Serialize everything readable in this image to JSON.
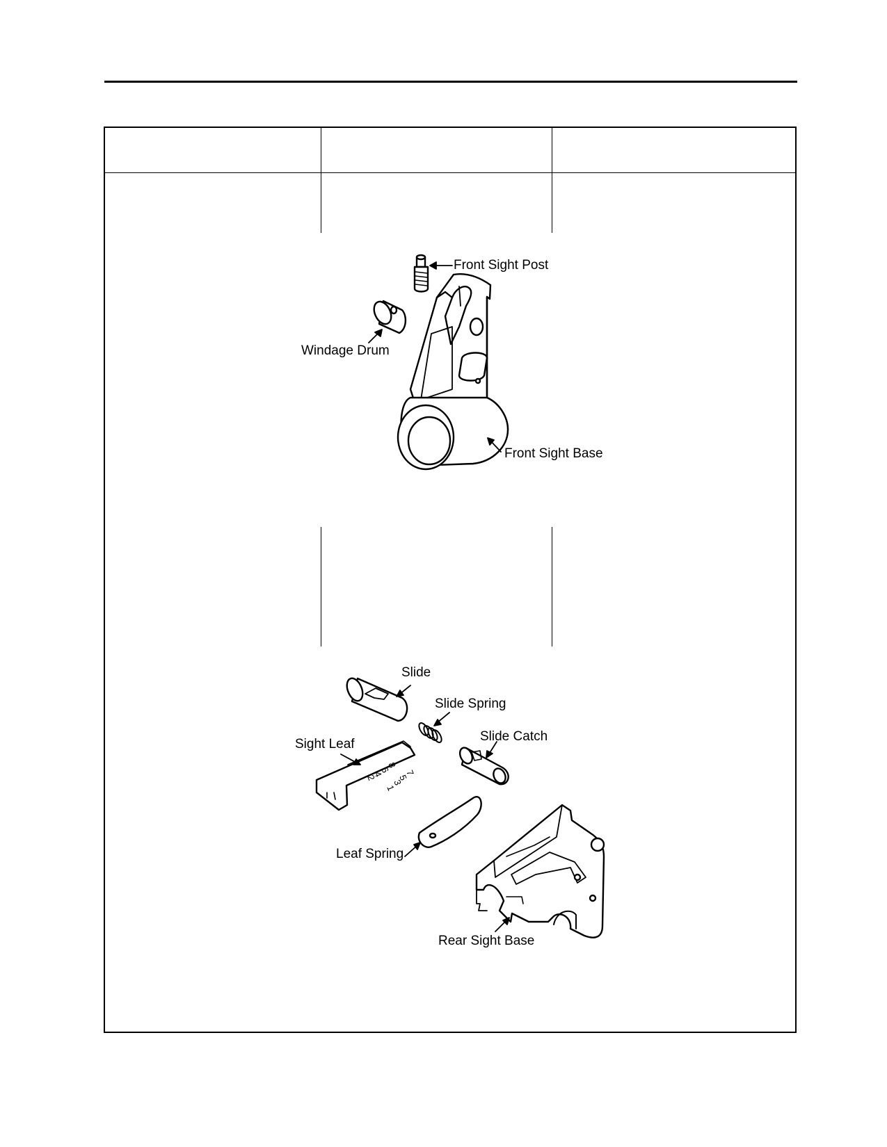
{
  "figure_1": {
    "callouts": {
      "front_sight_post": "Front Sight Post",
      "windage_drum": "Windage Drum",
      "front_sight_base": "Front Sight Base"
    }
  },
  "figure_2": {
    "callouts": {
      "slide": "Slide",
      "slide_spring": "Slide Spring",
      "slide_catch": "Slide Catch",
      "sight_leaf": "Sight Leaf",
      "leaf_spring": "Leaf Spring",
      "rear_sight_base": "Rear Sight Base"
    },
    "leaf_scale_marks": [
      "1",
      "2",
      "3",
      "4",
      "5",
      "6",
      "7",
      "8"
    ]
  },
  "colors": {
    "ink": "#000000",
    "paper": "#ffffff"
  }
}
